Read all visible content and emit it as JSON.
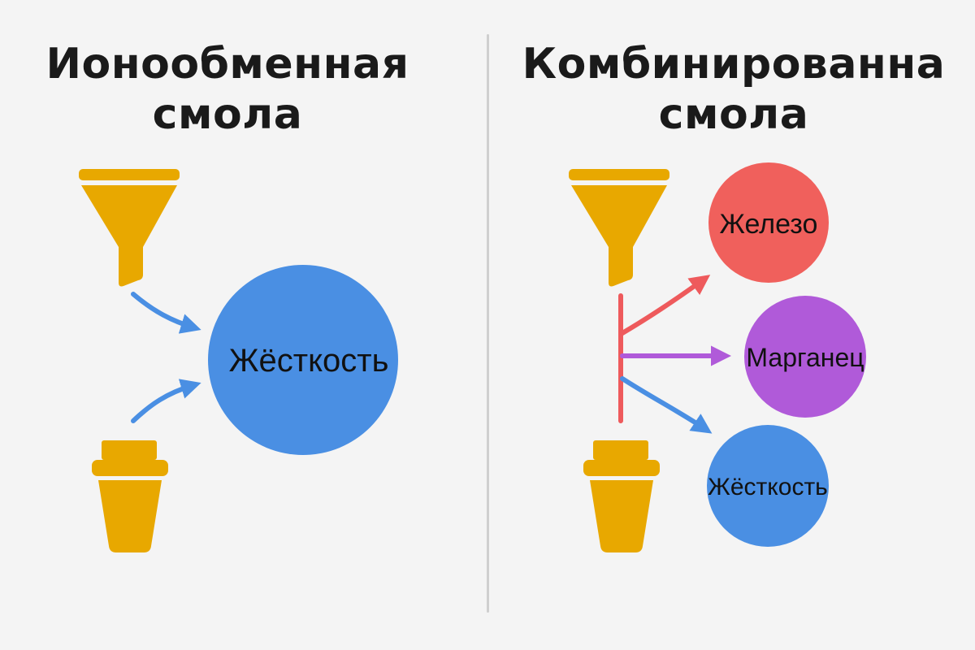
{
  "left_panel": {
    "title_line1": "Ионообменная",
    "title_line2": "смола",
    "node": {
      "label": "Жёсткость",
      "color": "#4a8fe3"
    }
  },
  "right_panel": {
    "title_line1": "Комбинированна",
    "title_line2": "смола",
    "nodes": [
      {
        "label": "Железо",
        "color": "#f0605c",
        "arrow_color": "#ee5a5c"
      },
      {
        "label": "Марганец",
        "color": "#b05ad9",
        "arrow_color": "#b05ad9"
      },
      {
        "label": "Жёсткость",
        "color": "#4a8fe3",
        "arrow_color": "#4a8fe3"
      }
    ],
    "stem_color": "#ee5a5c"
  },
  "colors": {
    "background": "#f4f4f4",
    "filter_gold": "#e8a800",
    "arrow_blue": "#4a8fe3",
    "divider": "#cfcfcf"
  },
  "icons": {
    "funnel": "funnel-icon",
    "cartridge": "filter-cartridge-icon"
  }
}
